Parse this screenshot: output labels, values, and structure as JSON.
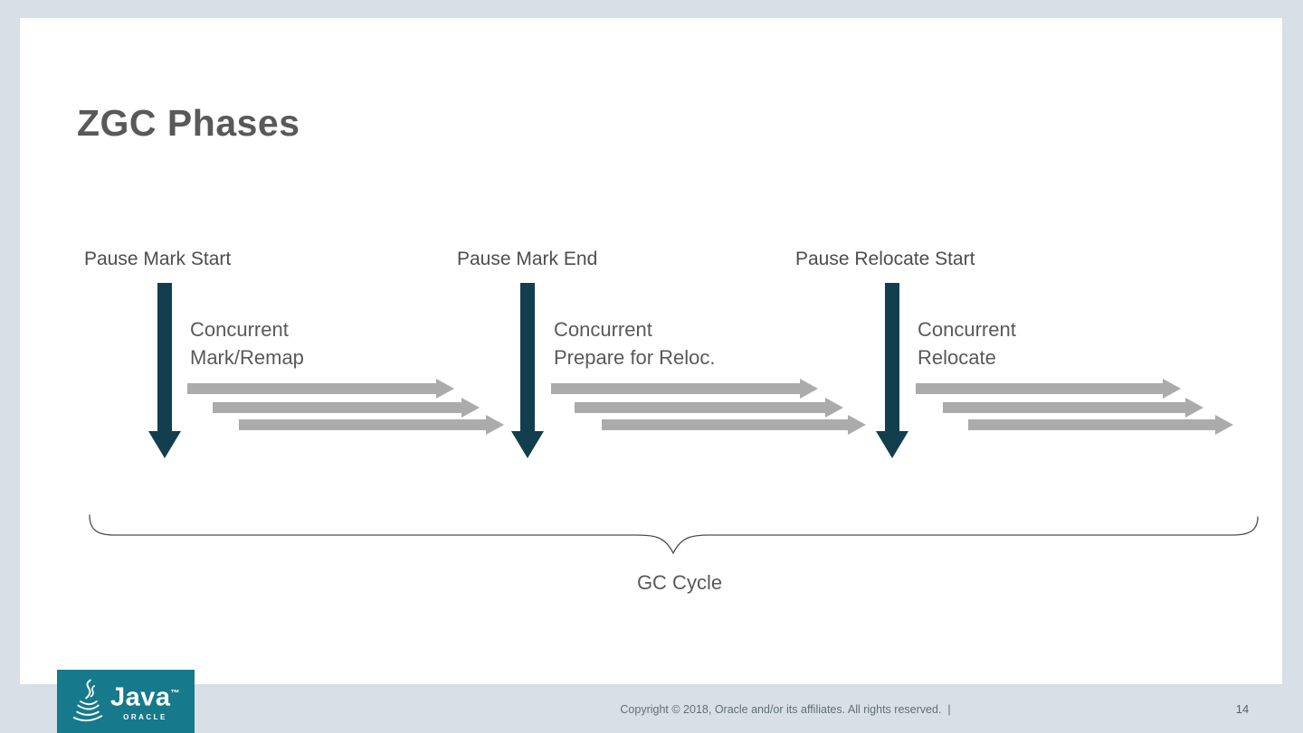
{
  "colors": {
    "background": "#d9dfe6",
    "slide_background": "#ffffff",
    "title_text": "#595959",
    "pause_arrow": "#123e4e",
    "thread_arrow": "#ababab",
    "brace_stroke": "#4d4d4d",
    "logo_background": "#16798c",
    "footer_text": "#5f6f7a"
  },
  "slide": {
    "title": "ZGC Phases"
  },
  "phases": [
    {
      "pause_label": "Pause Mark Start",
      "concurrent_line1": "Concurrent",
      "concurrent_line2": "Mark/Remap",
      "thread_arrow_count": 3
    },
    {
      "pause_label": "Pause Mark End",
      "concurrent_line1": "Concurrent",
      "concurrent_line2": "Prepare for Reloc.",
      "thread_arrow_count": 3
    },
    {
      "pause_label": "Pause Relocate Start",
      "concurrent_line1": "Concurrent",
      "concurrent_line2": "Relocate",
      "thread_arrow_count": 3
    }
  ],
  "cycle": {
    "label": "GC Cycle"
  },
  "footer": {
    "copyright": "Copyright © 2018, Oracle and/or its affiliates. All rights reserved.  |",
    "page_number": "14"
  },
  "logo": {
    "brand": "Java",
    "trademark": "™",
    "company": "ORACLE"
  },
  "icons": {
    "pause_arrow": "down-arrow",
    "thread_arrow": "right-arrow",
    "logo_icon": "java-cup",
    "cycle_bracket": "curly-brace"
  }
}
